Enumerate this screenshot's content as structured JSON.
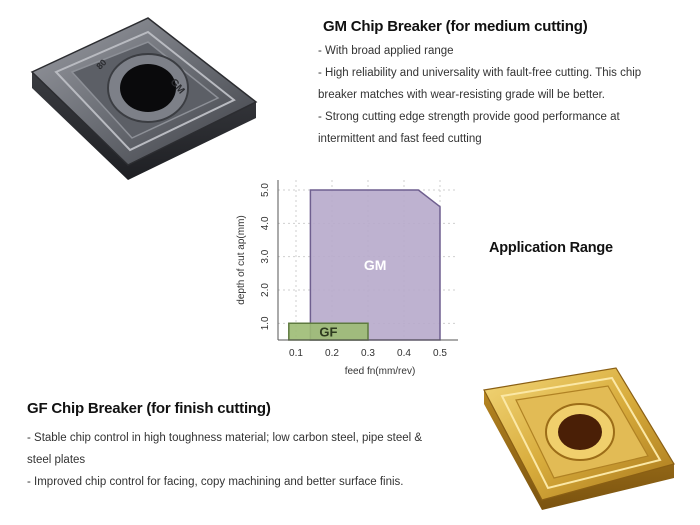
{
  "gm": {
    "title": "GM Chip Breaker (for medium cutting)",
    "points": [
      "- With broad applied range",
      "- High reliability and universality with fault-free cutting. This chip breaker matches with wear-resisting grade will be better.",
      "- Strong cutting edge strength provide good performance at intermittent and fast feed cutting"
    ]
  },
  "gf": {
    "title": "GF Chip Breaker (for finish cutting)",
    "points": [
      "- Stable chip control in high toughness material; low carbon steel, pipe steel & steel plates",
      "- Improved chip control for facing, copy machining and better surface finis."
    ]
  },
  "application_range_label": "Application Range",
  "insert_gm": {
    "engraved_marks": [
      "GM",
      "80"
    ],
    "body_color": "#4a4c52"
  },
  "insert_gf": {
    "body_color": "#c89a2a"
  },
  "chart_data": {
    "type": "area",
    "title": "",
    "xlabel": "feed fn(mm/rev)",
    "ylabel": "depth of cut ap(mm)",
    "xlim": [
      0.05,
      0.55
    ],
    "ylim": [
      0.5,
      5.3
    ],
    "x_ticks": [
      0.1,
      0.2,
      0.3,
      0.4,
      0.5
    ],
    "x_tick_labels": [
      "0.1",
      "0.2",
      "0.3",
      "0.4",
      "0.5"
    ],
    "y_ticks": [
      1.0,
      2.0,
      3.0,
      4.0,
      5.0
    ],
    "y_tick_labels": [
      "1.0",
      "2.0",
      "3.0",
      "4.0",
      "5.0"
    ],
    "grid": true,
    "regions": [
      {
        "name": "GM",
        "fill": "#b7aacb",
        "stroke": "#6f5f8f",
        "points": [
          [
            0.14,
            0.5
          ],
          [
            0.14,
            5.0
          ],
          [
            0.44,
            5.0
          ],
          [
            0.5,
            4.5
          ],
          [
            0.5,
            0.5
          ]
        ]
      },
      {
        "name": "GF",
        "fill": "#9cbb73",
        "stroke": "#5e7a3f",
        "points": [
          [
            0.08,
            0.5
          ],
          [
            0.08,
            1.0
          ],
          [
            0.3,
            1.0
          ],
          [
            0.3,
            0.5
          ]
        ]
      }
    ]
  }
}
